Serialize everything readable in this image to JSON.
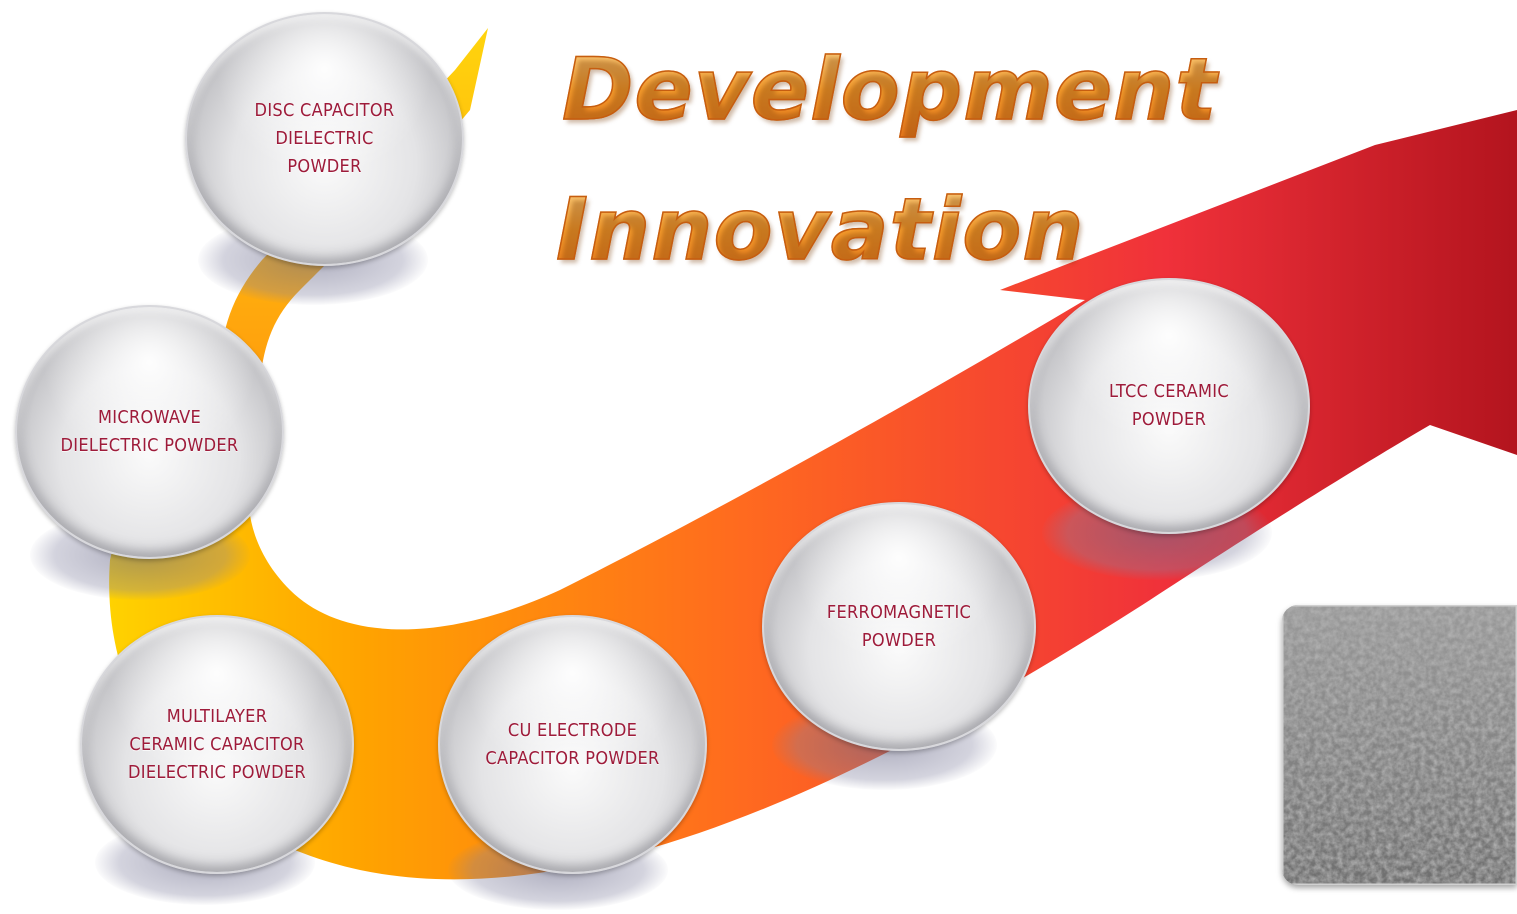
{
  "title": {
    "line1": "Development",
    "line2": "Innovation"
  },
  "steps": [
    {
      "label": "DISC CAPACITOR\nDIELECTRIC\nPOWDER"
    },
    {
      "label": "MICROWAVE\nDIELECTRIC POWDER"
    },
    {
      "label": "MULTILAYER\nCERAMIC CAPACITOR\nDIELECTRIC POWDER"
    },
    {
      "label": "CU ELECTRODE\nCAPACITOR POWDER"
    },
    {
      "label": "FERROMAGNETIC\nPOWDER"
    },
    {
      "label": "LTCC CERAMIC\nPOWDER"
    }
  ],
  "colors": {
    "arrow_start": "#ffd200",
    "arrow_mid": "#ff6a1f",
    "arrow_end": "#d01a22",
    "title_fill": "#f39a2c",
    "label_text": "#9e1b3a"
  },
  "micrograph": {
    "icon": "sem-micrograph-image"
  }
}
